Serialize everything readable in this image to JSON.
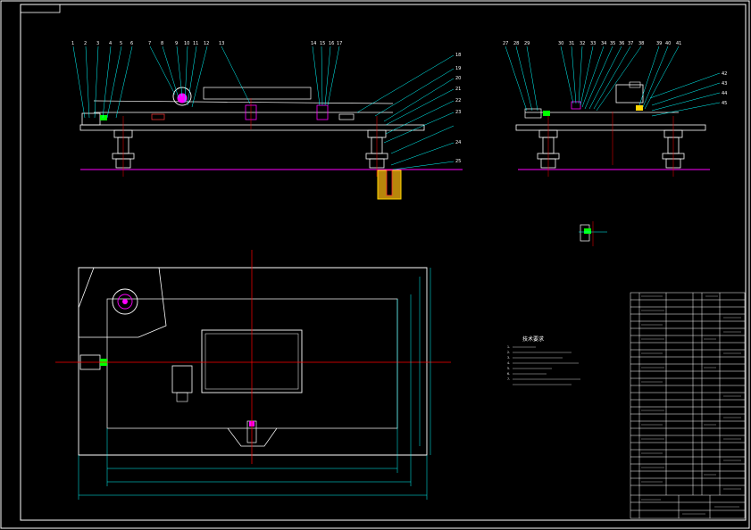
{
  "notes": {
    "title": "技术要求",
    "lines": [
      "1.",
      "2.",
      "3.",
      "4.",
      "5.",
      "6.",
      "7."
    ]
  },
  "callouts_front": [
    "1",
    "2",
    "3",
    "4",
    "5",
    "6",
    "7",
    "8",
    "9",
    "10",
    "11",
    "12",
    "13",
    "14",
    "15",
    "16",
    "17",
    "18",
    "19",
    "20",
    "21",
    "22",
    "23",
    "24",
    "25"
  ],
  "callouts_side": [
    "27",
    "28",
    "29",
    "30",
    "31",
    "32",
    "33",
    "34",
    "35",
    "36",
    "37",
    "38",
    "39",
    "40",
    "41",
    "42",
    "43",
    "44",
    "45"
  ],
  "colors": {
    "background": "#000000",
    "outline": "#ffffff",
    "leader": "#00ffff",
    "centerline": "#ff0000",
    "ground": "#ff00ff",
    "section": "#ffd700",
    "part": "#00ff00"
  }
}
